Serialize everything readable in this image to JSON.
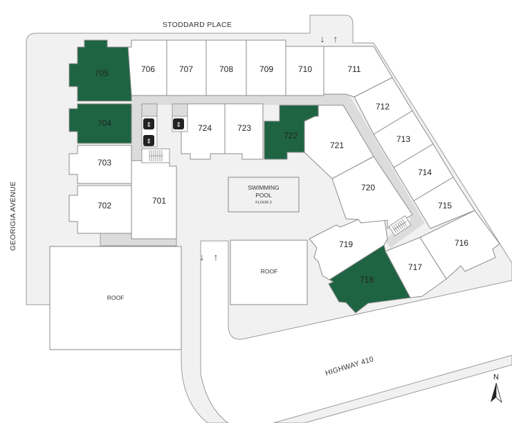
{
  "colors": {
    "available": "#1e6443",
    "unit": "#ffffff",
    "ground": "#f1f1f1",
    "corridor": "#dcdcdc"
  },
  "streets": {
    "top": "STODDARD PLACE",
    "left": "GEORIGIA AVENUE",
    "bottom": "HIGHWAY 410"
  },
  "amenities": {
    "pool_title_1": "SWIMMING",
    "pool_title_2": "POOL",
    "pool_floor": "FLOOR 2",
    "roof_left": "ROOF",
    "roof_right": "ROOF"
  },
  "traffic_arrows": {
    "down": "↓",
    "up": "↑"
  },
  "compass": {
    "label": "N"
  },
  "units": [
    {
      "number": "701",
      "available": false
    },
    {
      "number": "702",
      "available": false
    },
    {
      "number": "703",
      "available": false
    },
    {
      "number": "704",
      "available": true
    },
    {
      "number": "705",
      "available": true
    },
    {
      "number": "706",
      "available": false
    },
    {
      "number": "707",
      "available": false
    },
    {
      "number": "708",
      "available": false
    },
    {
      "number": "709",
      "available": false
    },
    {
      "number": "710",
      "available": false
    },
    {
      "number": "711",
      "available": false
    },
    {
      "number": "712",
      "available": false
    },
    {
      "number": "713",
      "available": false
    },
    {
      "number": "714",
      "available": false
    },
    {
      "number": "715",
      "available": false
    },
    {
      "number": "716",
      "available": false
    },
    {
      "number": "717",
      "available": false
    },
    {
      "number": "718",
      "available": true
    },
    {
      "number": "719",
      "available": false
    },
    {
      "number": "720",
      "available": false
    },
    {
      "number": "721",
      "available": false
    },
    {
      "number": "722",
      "available": true
    },
    {
      "number": "723",
      "available": false
    },
    {
      "number": "724",
      "available": false
    }
  ]
}
